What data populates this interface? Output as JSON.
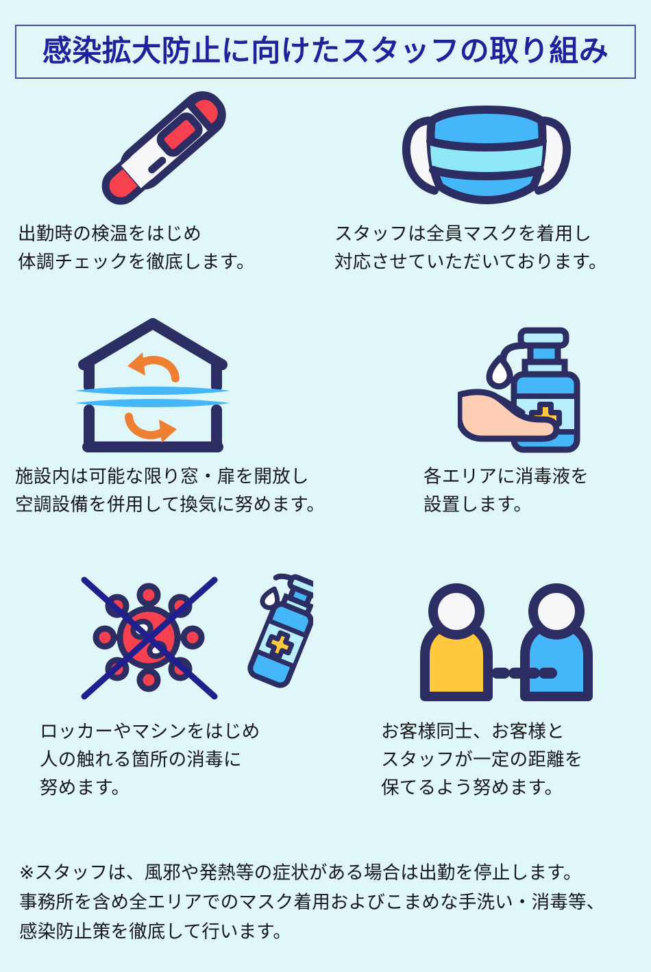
{
  "page": {
    "background_color": "#dff7f8",
    "title_border_color": "#3f4f9e",
    "title_text_color": "#21219c",
    "body_text_color": "#16161a"
  },
  "header": {
    "title": "感染拡大防止に向けたスタッフの取り組み"
  },
  "measures": [
    {
      "icon": "thermometer-icon",
      "icon_colors": {
        "outline": "#2b2d63",
        "body": "#f7f7fa",
        "accent": "#f8414f"
      },
      "caption": "出勤時の検温をはじめ\n体調チェックを徹底します。"
    },
    {
      "icon": "face-mask-icon",
      "icon_colors": {
        "outline": "#2b2d63",
        "band": "#45b6f7",
        "center": "#8fe8f7",
        "ear_loop": "#f7f7fa"
      },
      "caption": "スタッフは全員マスクを着用し\n対応させていただいております。"
    },
    {
      "icon": "ventilation-house-icon",
      "icon_colors": {
        "outline": "#2b2d63",
        "arrow": "#ef8033",
        "airflow": "#45b6f7"
      },
      "caption": "施設内は可能な限り窓・扉を開放し\n空調設備を併用して換気に努めます。"
    },
    {
      "icon": "hand-sanitizer-dispenser-icon",
      "icon_colors": {
        "outline": "#2b2d63",
        "bottle": "#45b6f7",
        "label": "#b8eefb",
        "cross": "#ffc83d",
        "hand": "#ffcfb5",
        "drop": "#ffffff"
      },
      "caption": "各エリアに消毒液を\n設置します。"
    },
    {
      "icon": "virus-crossed-out-with-sanitizer-icon",
      "icon_colors": {
        "outline": "#2b2d63",
        "virus": "#f8414f",
        "cross_line": "#1f1f8e",
        "bottle": "#45b6f7",
        "label": "#b8eefb",
        "cross": "#ffc83d"
      },
      "caption": "ロッカーやマシンをはじめ\n人の触れる箇所の消毒に\n努めます。"
    },
    {
      "icon": "social-distancing-two-people-icon",
      "icon_colors": {
        "outline": "#2b2d63",
        "person_left": "#ffc83d",
        "person_right": "#45b6f7",
        "head": "#f7f7fa",
        "dashes": "#2b2d63"
      },
      "caption": "お客様同士、お客様と\nスタッフが一定の距離を\n保てるよう努めます。"
    }
  ],
  "footer": {
    "lines": [
      "※スタッフは、風邪や発熱等の症状がある場合は出勤を停止します。",
      "事務所を含め全エリアでのマスク着用およびこまめな手洗い・消毒等、",
      "感染防止策を徹底して行います。"
    ]
  }
}
